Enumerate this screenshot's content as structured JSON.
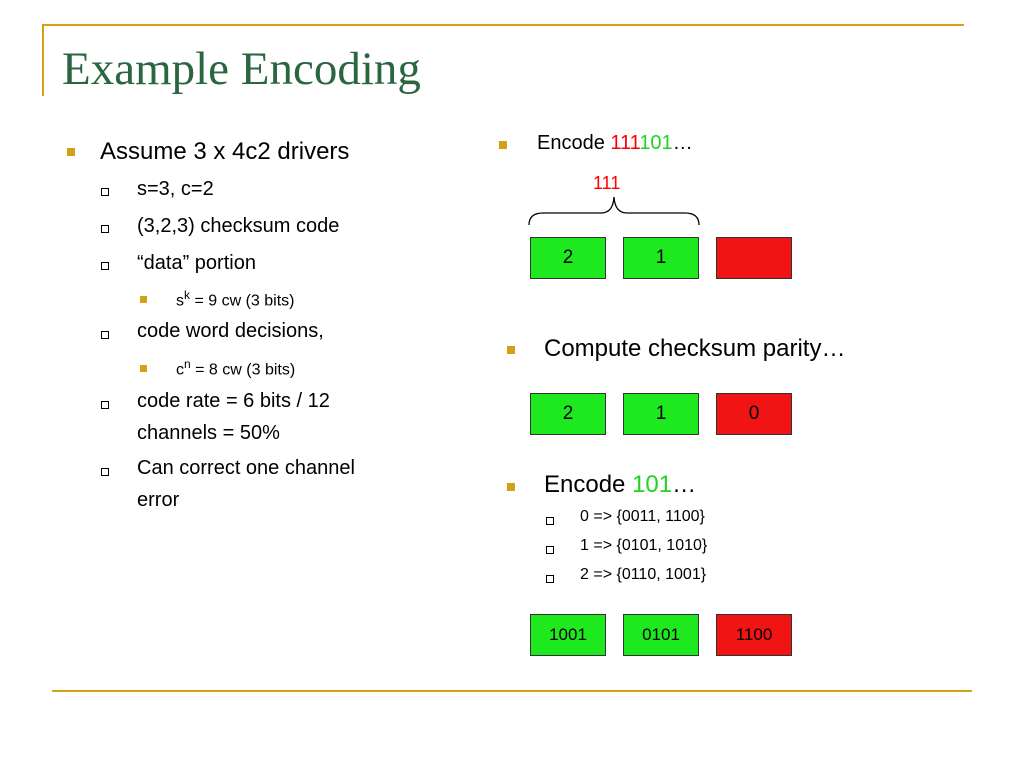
{
  "title": "Example Encoding",
  "left": {
    "main": "Assume 3 x 4c2 drivers",
    "items": [
      "s=3, c=2",
      "(3,2,3) checksum code",
      "“data” portion",
      "code word decisions,",
      "code rate = 6 bits / 12",
      "channels = 50%",
      "Can correct one channel",
      "error"
    ],
    "sub1_base": "s",
    "sub1_sup": "k",
    "sub1_rest": " = 9 cw (3 bits)",
    "sub2_base": "c",
    "sub2_sup": "n",
    "sub2_rest": " = 8 cw (3 bits)"
  },
  "right": {
    "encode1_prefix": "Encode ",
    "encode1_red": "111",
    "encode1_green": "101",
    "encode1_suffix": "…",
    "brace_label": "111",
    "row1": [
      "2",
      "1",
      ""
    ],
    "compute": "Compute checksum parity…",
    "row2": [
      "2",
      "1",
      "0"
    ],
    "encode2_prefix": "Encode ",
    "encode2_green": "101",
    "encode2_suffix": "…",
    "maps": [
      "0 => {0011, 1100}",
      "1 => {0101, 1010}",
      "2 => {0110, 1001}"
    ],
    "row3": [
      "1001",
      "0101",
      "1100"
    ]
  },
  "colors": {
    "title": "#2a6640",
    "accent": "#d4a017",
    "green": "#1ee81e",
    "red": "#f01414"
  }
}
